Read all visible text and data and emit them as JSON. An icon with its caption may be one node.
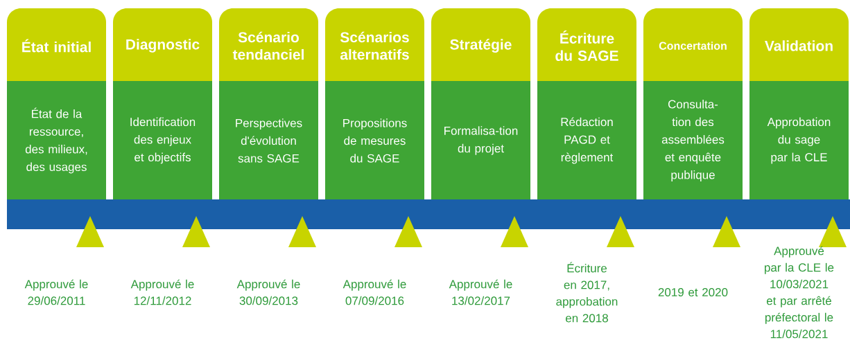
{
  "diagram": {
    "nodes": [
      {
        "text": [
          "État initial",
          "État de la ressource, des milieux, des usages"
        ]
      },
      {
        "text": [
          "Diagnostic",
          "Identification des enjeux et objectifs"
        ]
      },
      {
        "text": [
          "Scénario tendanciel",
          "Perspectives d'évolution sans SAGE"
        ]
      },
      {
        "text": [
          "Scénarios alternatifs",
          "Propositions de mesures du SAGE"
        ]
      },
      {
        "text": [
          "Stratégie",
          "Formalisa-tion du projet"
        ]
      },
      {
        "text": [
          "Écriture du SAGE",
          "Rédaction PAGD et règlement"
        ]
      },
      {
        "text": [
          "Concertation",
          "Consulta-tion des assemblées et enquête publique"
        ]
      },
      {
        "text": [
          "Validation",
          "Approbation du sage par la CLE"
        ]
      }
    ],
    "labels": [
      "Approuvé le 29/06/2011",
      "Approuvé le 12/11/2012",
      "Approuvé le 30/09/2013",
      "Approuvé le 07/09/2016",
      "Approuvé le 13/02/2017",
      "Écriture en 2017, approbation en 2018",
      "2019 et 2020",
      "Approuvé par la CLE le 10/03/2021 et par arrêté préfectoral le 11/05/2021"
    ]
  }
}
